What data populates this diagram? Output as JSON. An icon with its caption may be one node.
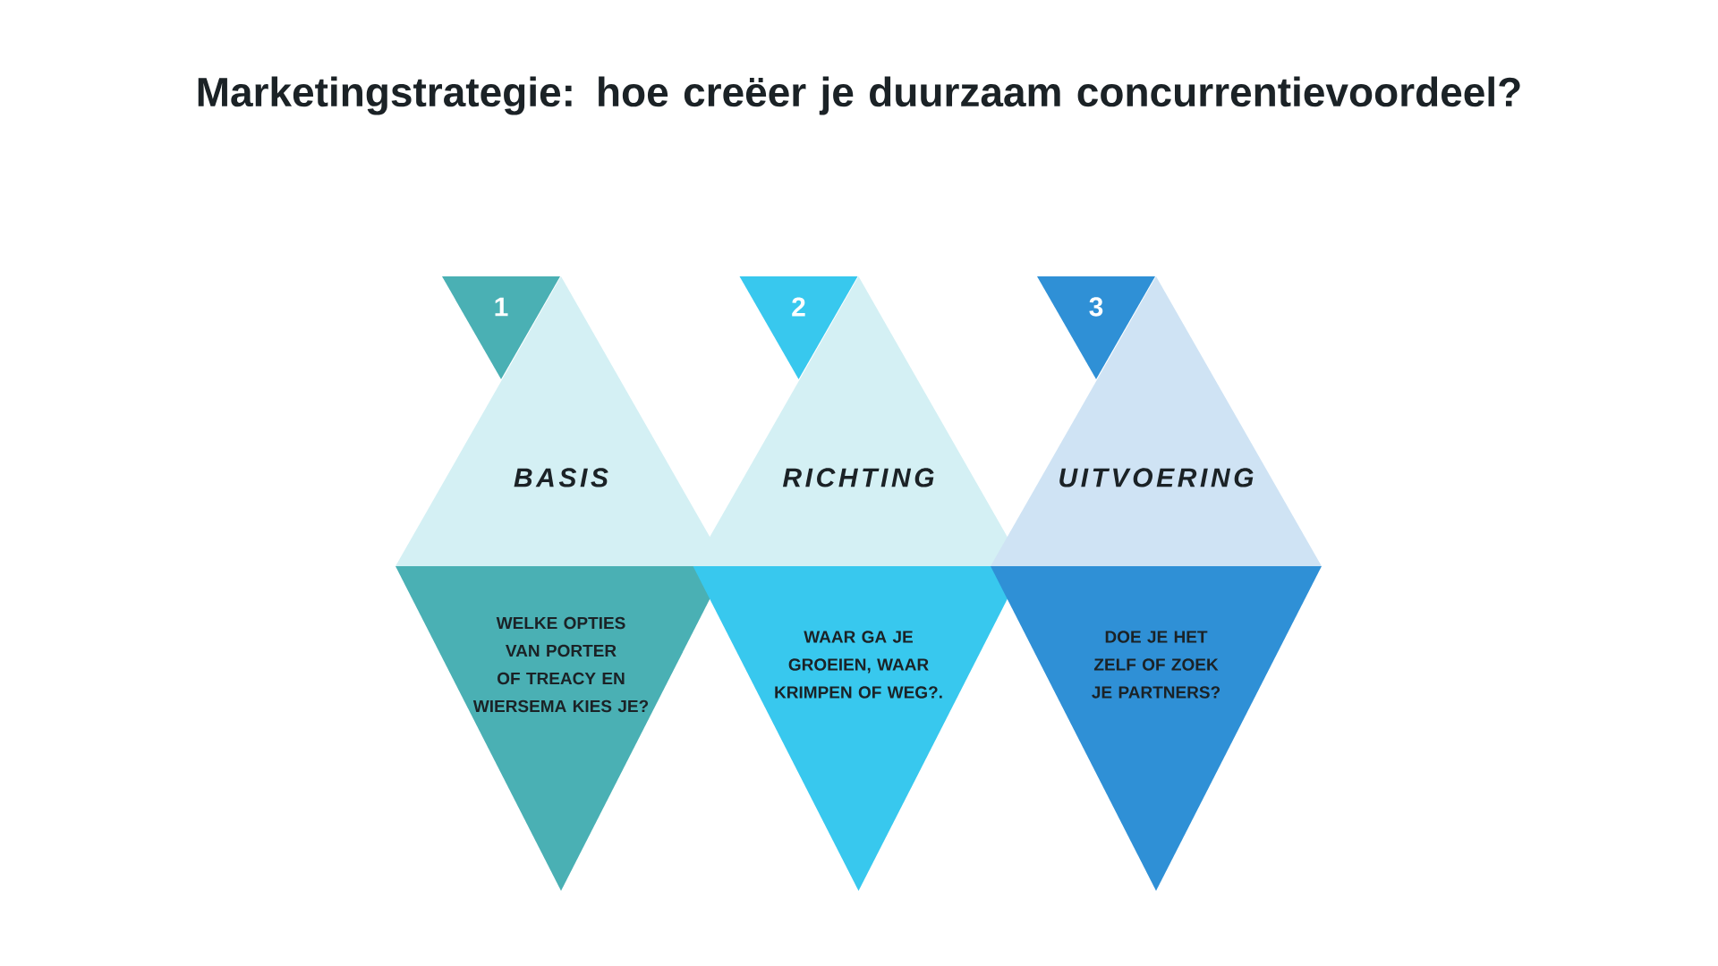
{
  "diagram": {
    "title": "Marketingstrategie: hoe creëer je duurzaam concurrentievoordeel?",
    "nodes": [
      {
        "text": [
          "1"
        ]
      },
      {
        "text": [
          "BASIS"
        ]
      },
      {
        "text": [
          "WELKE OPTIES VAN PORTER OF TREACY EN WIERSEMA KIES JE?"
        ]
      },
      {
        "text": [
          "2"
        ]
      },
      {
        "text": [
          "RICHTING"
        ]
      },
      {
        "text": [
          "WAAR GA JE GROEIEN, WAAR KRIMPEN OF WEG?."
        ]
      },
      {
        "text": [
          "3"
        ]
      },
      {
        "text": [
          "UITVOERING"
        ]
      },
      {
        "text": [
          "DOE JE HET ZELF OF ZOEK JE PARTNERS?"
        ]
      }
    ]
  }
}
